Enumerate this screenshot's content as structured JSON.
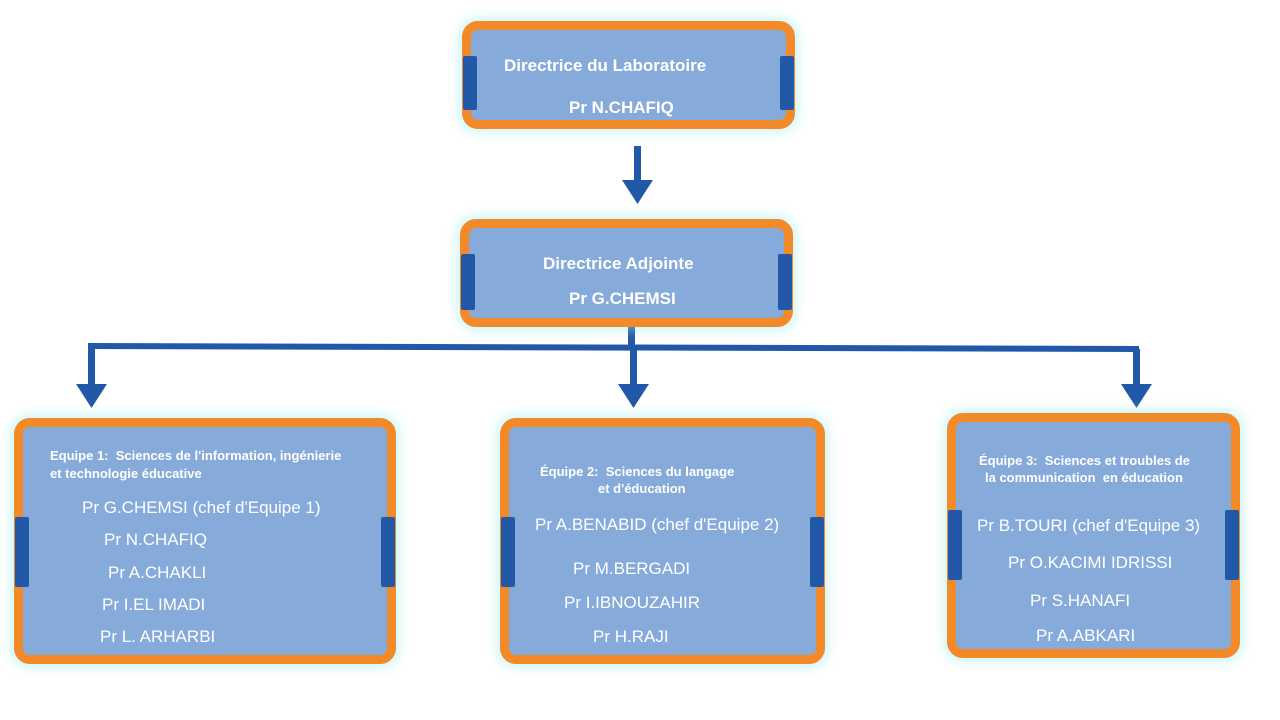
{
  "director": {
    "title": "Directrice du Laboratoire",
    "name": "Pr N.CHAFIQ"
  },
  "deputy": {
    "title": "Directrice Adjointe",
    "name": "Pr G.CHEMSI"
  },
  "teams": [
    {
      "title_line1": "Equipe 1:  Sciences de l'information, ingénierie",
      "title_line2": "et technologie éducative",
      "members": [
        "Pr G.CHEMSI (chef d'Equipe 1)",
        "Pr N.CHAFIQ",
        "Pr A.CHAKLI",
        "Pr I.EL IMADI",
        "Pr  L. ARHARBI"
      ]
    },
    {
      "title_line1": "Équipe 2:  Sciences du langage",
      "title_line2": "et d'éducation",
      "members": [
        "Pr A.BENABID (chef d'Equipe 2)",
        "Pr M.BERGADI",
        "Pr I.IBNOUZAHIR",
        "Pr H.RAJI"
      ]
    },
    {
      "title_line1": "Équipe 3:  Sciences et troubles de",
      "title_line2": "la communication  en éducation",
      "members": [
        "Pr B.TOURI (chef d'Equipe 3)",
        "Pr O.KACIMI IDRISSI",
        "Pr S.HANAFI",
        "Pr A.ABKARI"
      ]
    }
  ],
  "colors": {
    "box_fill": "#86abda",
    "box_border": "#f28a2a",
    "connector": "#2258a8",
    "text": "#ffffff"
  }
}
